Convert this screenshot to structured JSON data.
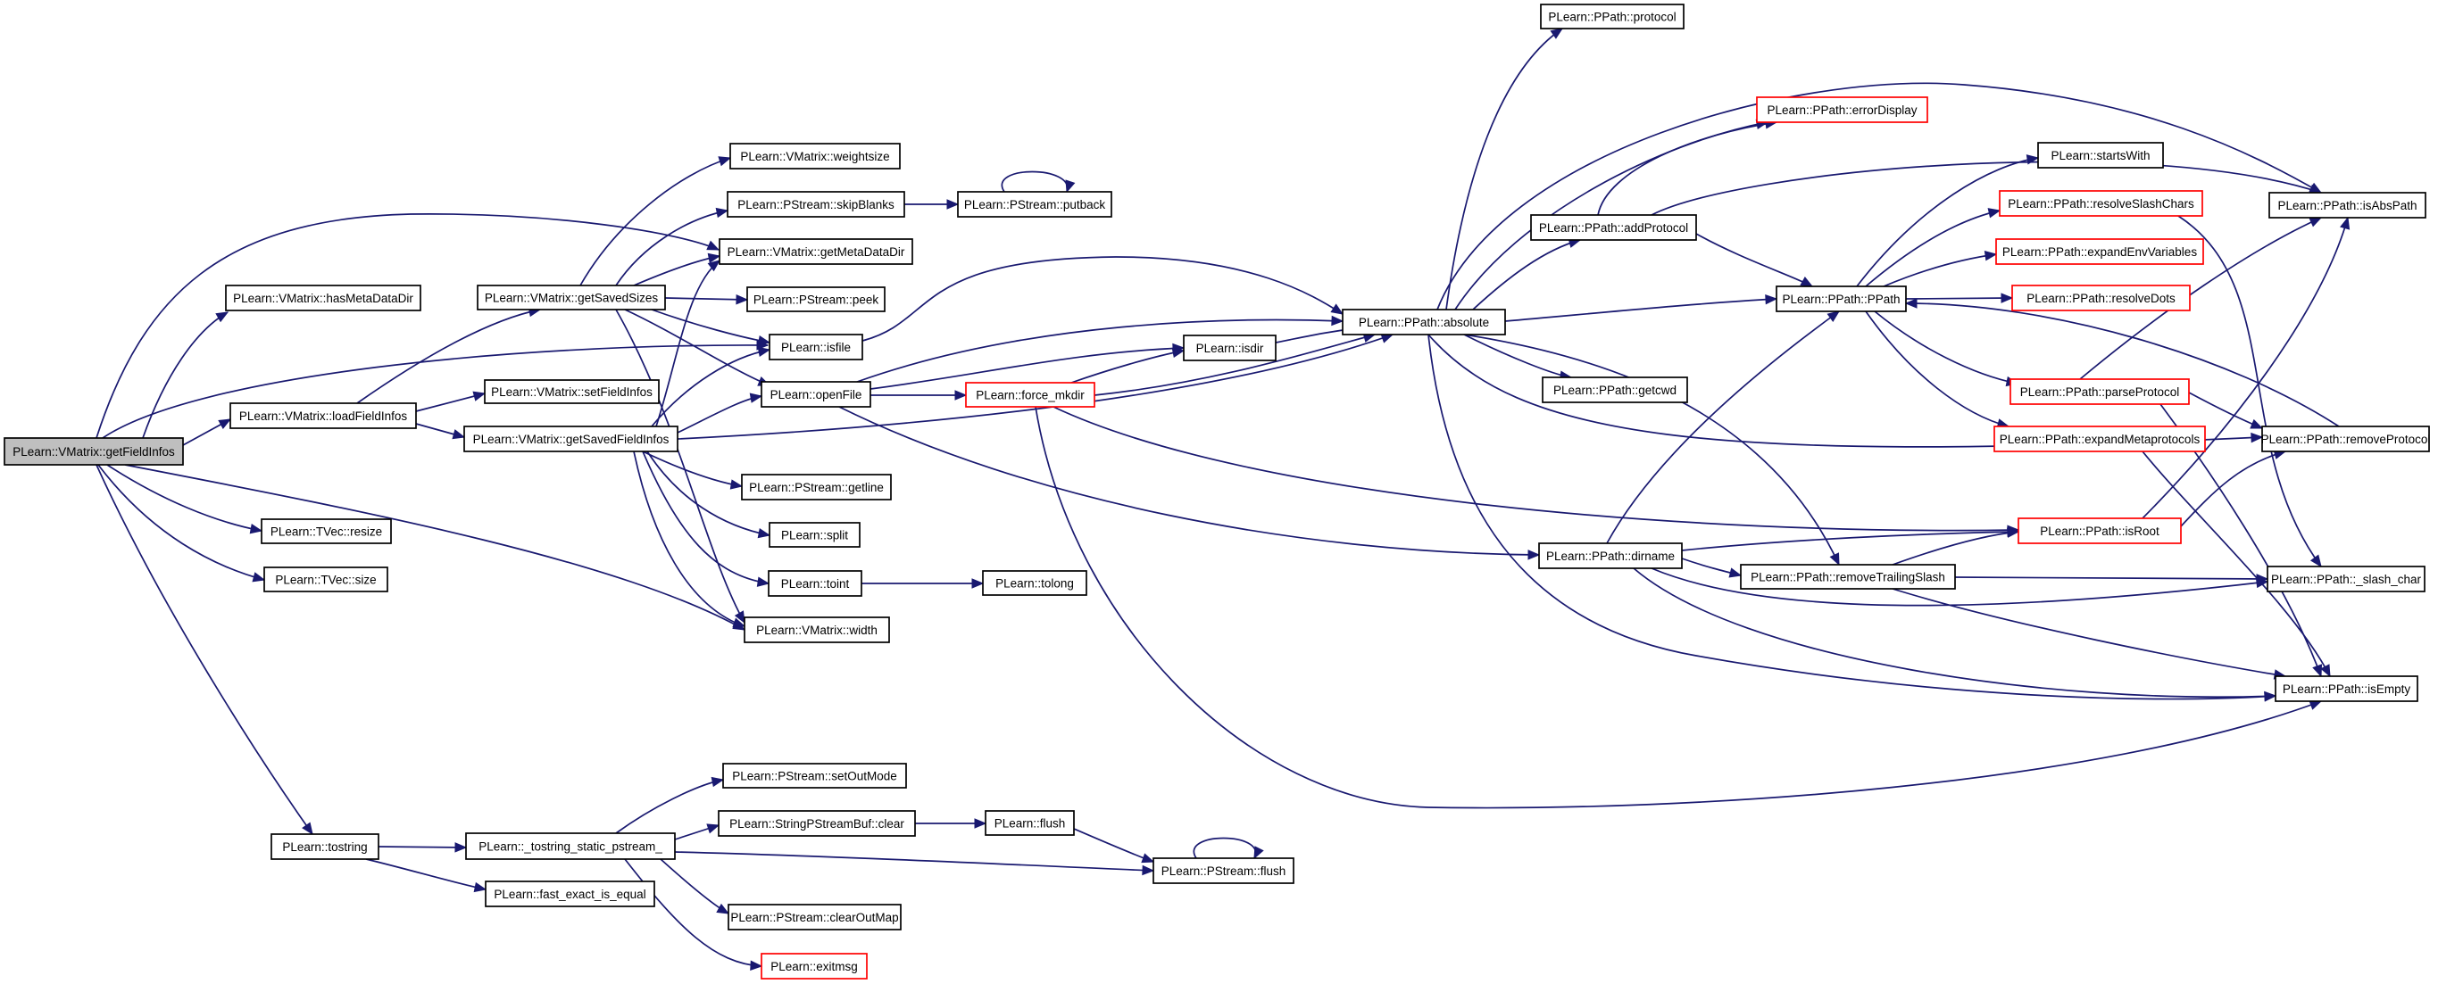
{
  "graph": {
    "edge_color": "#191970",
    "node_border_color": "#000000",
    "truncated_node_border_color": "#ff0000",
    "root_fill_color": "#bfbfbf",
    "nodes": [
      {
        "id": "getFieldInfos",
        "label": "PLearn::VMatrix::getFieldInfos",
        "style": "root"
      },
      {
        "id": "hasMetaDataDir",
        "label": "PLearn::VMatrix::hasMetaDataDir"
      },
      {
        "id": "loadFieldInfos",
        "label": "PLearn::VMatrix::loadFieldInfos"
      },
      {
        "id": "resize",
        "label": "PLearn::TVec::resize"
      },
      {
        "id": "tvecsize",
        "label": "PLearn::TVec::size"
      },
      {
        "id": "tostring",
        "label": "PLearn::tostring"
      },
      {
        "id": "getSavedSizes",
        "label": "PLearn::VMatrix::getSavedSizes"
      },
      {
        "id": "setFieldInfos",
        "label": "PLearn::VMatrix::setFieldInfos"
      },
      {
        "id": "getSavedFieldInfos",
        "label": "PLearn::VMatrix::getSavedFieldInfos"
      },
      {
        "id": "tostringStatic",
        "label": "PLearn::_tostring_static_pstream_"
      },
      {
        "id": "fastExact",
        "label": "PLearn::fast_exact_is_equal"
      },
      {
        "id": "weightsize",
        "label": "PLearn::VMatrix::weightsize"
      },
      {
        "id": "skipBlanks",
        "label": "PLearn::PStream::skipBlanks"
      },
      {
        "id": "getMetaDataDir",
        "label": "PLearn::VMatrix::getMetaDataDir"
      },
      {
        "id": "peek",
        "label": "PLearn::PStream::peek"
      },
      {
        "id": "isfile",
        "label": "PLearn::isfile"
      },
      {
        "id": "openFile",
        "label": "PLearn::openFile"
      },
      {
        "id": "getline",
        "label": "PLearn::PStream::getline"
      },
      {
        "id": "split",
        "label": "PLearn::split"
      },
      {
        "id": "toint",
        "label": "PLearn::toint"
      },
      {
        "id": "width",
        "label": "PLearn::VMatrix::width"
      },
      {
        "id": "setOutMode",
        "label": "PLearn::PStream::setOutMode"
      },
      {
        "id": "spsbClear",
        "label": "PLearn::StringPStreamBuf::clear"
      },
      {
        "id": "clearOutMap",
        "label": "PLearn::PStream::clearOutMap"
      },
      {
        "id": "exitmsg",
        "label": "PLearn::exitmsg",
        "style": "red"
      },
      {
        "id": "putback",
        "label": "PLearn::PStream::putback"
      },
      {
        "id": "isdir",
        "label": "PLearn::isdir"
      },
      {
        "id": "forceMkdir",
        "label": "PLearn::force_mkdir",
        "style": "red"
      },
      {
        "id": "tolong",
        "label": "PLearn::tolong"
      },
      {
        "id": "flushFn",
        "label": "PLearn::flush"
      },
      {
        "id": "psFlush",
        "label": "PLearn::PStream::flush"
      },
      {
        "id": "absolute",
        "label": "PLearn::PPath::absolute"
      },
      {
        "id": "getcwd",
        "label": "PLearn::PPath::getcwd"
      },
      {
        "id": "dirname",
        "label": "PLearn::PPath::dirname"
      },
      {
        "id": "protocol",
        "label": "PLearn::PPath::protocol"
      },
      {
        "id": "errorDisplay",
        "label": "PLearn::PPath::errorDisplay",
        "style": "red"
      },
      {
        "id": "addProtocol",
        "label": "PLearn::PPath::addProtocol"
      },
      {
        "id": "ppathCtor",
        "label": "PLearn::PPath::PPath"
      },
      {
        "id": "removeTrailingSlash",
        "label": "PLearn::PPath::removeTrailingSlash"
      },
      {
        "id": "startsWith",
        "label": "PLearn::startsWith"
      },
      {
        "id": "resolveSlashChars",
        "label": "PLearn::PPath::resolveSlashChars",
        "style": "red"
      },
      {
        "id": "expandEnvVariables",
        "label": "PLearn::PPath::expandEnvVariables",
        "style": "red"
      },
      {
        "id": "resolveDots",
        "label": "PLearn::PPath::resolveDots",
        "style": "red"
      },
      {
        "id": "parseProtocol",
        "label": "PLearn::PPath::parseProtocol",
        "style": "red"
      },
      {
        "id": "expandMetaprotocols",
        "label": "PLearn::PPath::expandMetaprotocols",
        "style": "red"
      },
      {
        "id": "isRoot",
        "label": "PLearn::PPath::isRoot",
        "style": "red"
      },
      {
        "id": "isAbsPath",
        "label": "PLearn::PPath::isAbsPath"
      },
      {
        "id": "removeProtocol",
        "label": "PLearn::PPath::removeProtocol"
      },
      {
        "id": "slashChar",
        "label": "PLearn::PPath::_slash_char"
      },
      {
        "id": "isEmpty",
        "label": "PLearn::PPath::isEmpty"
      }
    ],
    "edges": [
      [
        "getFieldInfos",
        "hasMetaDataDir"
      ],
      [
        "getFieldInfos",
        "loadFieldInfos"
      ],
      [
        "getFieldInfos",
        "resize"
      ],
      [
        "getFieldInfos",
        "tvecsize"
      ],
      [
        "getFieldInfos",
        "tostring"
      ],
      [
        "getFieldInfos",
        "getMetaDataDir"
      ],
      [
        "getFieldInfos",
        "isfile"
      ],
      [
        "getFieldInfos",
        "width"
      ],
      [
        "loadFieldInfos",
        "getSavedSizes"
      ],
      [
        "loadFieldInfos",
        "setFieldInfos"
      ],
      [
        "loadFieldInfos",
        "getSavedFieldInfos"
      ],
      [
        "getSavedSizes",
        "weightsize"
      ],
      [
        "getSavedSizes",
        "skipBlanks"
      ],
      [
        "getSavedSizes",
        "getMetaDataDir"
      ],
      [
        "getSavedSizes",
        "peek"
      ],
      [
        "getSavedSizes",
        "isfile"
      ],
      [
        "getSavedSizes",
        "openFile"
      ],
      [
        "getSavedSizes",
        "width"
      ],
      [
        "getSavedFieldInfos",
        "getMetaDataDir"
      ],
      [
        "getSavedFieldInfos",
        "isfile"
      ],
      [
        "getSavedFieldInfos",
        "openFile"
      ],
      [
        "getSavedFieldInfos",
        "absolute"
      ],
      [
        "getSavedFieldInfos",
        "getline"
      ],
      [
        "getSavedFieldInfos",
        "split"
      ],
      [
        "getSavedFieldInfos",
        "toint"
      ],
      [
        "getSavedFieldInfos",
        "width"
      ],
      [
        "tostring",
        "tostringStatic"
      ],
      [
        "tostring",
        "fastExact"
      ],
      [
        "tostringStatic",
        "setOutMode"
      ],
      [
        "tostringStatic",
        "spsbClear"
      ],
      [
        "tostringStatic",
        "psFlush"
      ],
      [
        "tostringStatic",
        "clearOutMap"
      ],
      [
        "tostringStatic",
        "exitmsg"
      ],
      [
        "skipBlanks",
        "putback"
      ],
      [
        "putback",
        "putback"
      ],
      [
        "isfile",
        "absolute"
      ],
      [
        "openFile",
        "isdir"
      ],
      [
        "openFile",
        "forceMkdir"
      ],
      [
        "openFile",
        "absolute"
      ],
      [
        "openFile",
        "dirname"
      ],
      [
        "toint",
        "tolong"
      ],
      [
        "spsbClear",
        "flushFn"
      ],
      [
        "flushFn",
        "psFlush"
      ],
      [
        "psFlush",
        "psFlush"
      ],
      [
        "isdir",
        "absolute"
      ],
      [
        "forceMkdir",
        "isdir"
      ],
      [
        "forceMkdir",
        "absolute"
      ],
      [
        "forceMkdir",
        "isRoot"
      ],
      [
        "forceMkdir",
        "isEmpty"
      ],
      [
        "absolute",
        "protocol"
      ],
      [
        "absolute",
        "errorDisplay"
      ],
      [
        "absolute",
        "addProtocol"
      ],
      [
        "absolute",
        "ppathCtor"
      ],
      [
        "absolute",
        "getcwd"
      ],
      [
        "absolute",
        "removeTrailingSlash"
      ],
      [
        "absolute",
        "isAbsPath"
      ],
      [
        "absolute",
        "removeProtocol"
      ],
      [
        "absolute",
        "isEmpty"
      ],
      [
        "addProtocol",
        "errorDisplay"
      ],
      [
        "addProtocol",
        "isAbsPath"
      ],
      [
        "addProtocol",
        "ppathCtor"
      ],
      [
        "ppathCtor",
        "startsWith"
      ],
      [
        "ppathCtor",
        "resolveSlashChars"
      ],
      [
        "ppathCtor",
        "expandEnvVariables"
      ],
      [
        "ppathCtor",
        "resolveDots"
      ],
      [
        "ppathCtor",
        "parseProtocol"
      ],
      [
        "ppathCtor",
        "expandMetaprotocols"
      ],
      [
        "dirname",
        "ppathCtor"
      ],
      [
        "dirname",
        "isRoot"
      ],
      [
        "dirname",
        "removeTrailingSlash"
      ],
      [
        "dirname",
        "slashChar"
      ],
      [
        "dirname",
        "isEmpty"
      ],
      [
        "removeTrailingSlash",
        "isRoot"
      ],
      [
        "removeTrailingSlash",
        "slashChar"
      ],
      [
        "removeTrailingSlash",
        "isEmpty"
      ],
      [
        "resolveSlashChars",
        "slashChar"
      ],
      [
        "parseProtocol",
        "isAbsPath"
      ],
      [
        "parseProtocol",
        "removeProtocol"
      ],
      [
        "parseProtocol",
        "isEmpty"
      ],
      [
        "expandMetaprotocols",
        "isEmpty"
      ],
      [
        "isRoot",
        "isAbsPath"
      ],
      [
        "isRoot",
        "removeProtocol"
      ],
      [
        "removeProtocol",
        "ppathCtor"
      ]
    ]
  }
}
